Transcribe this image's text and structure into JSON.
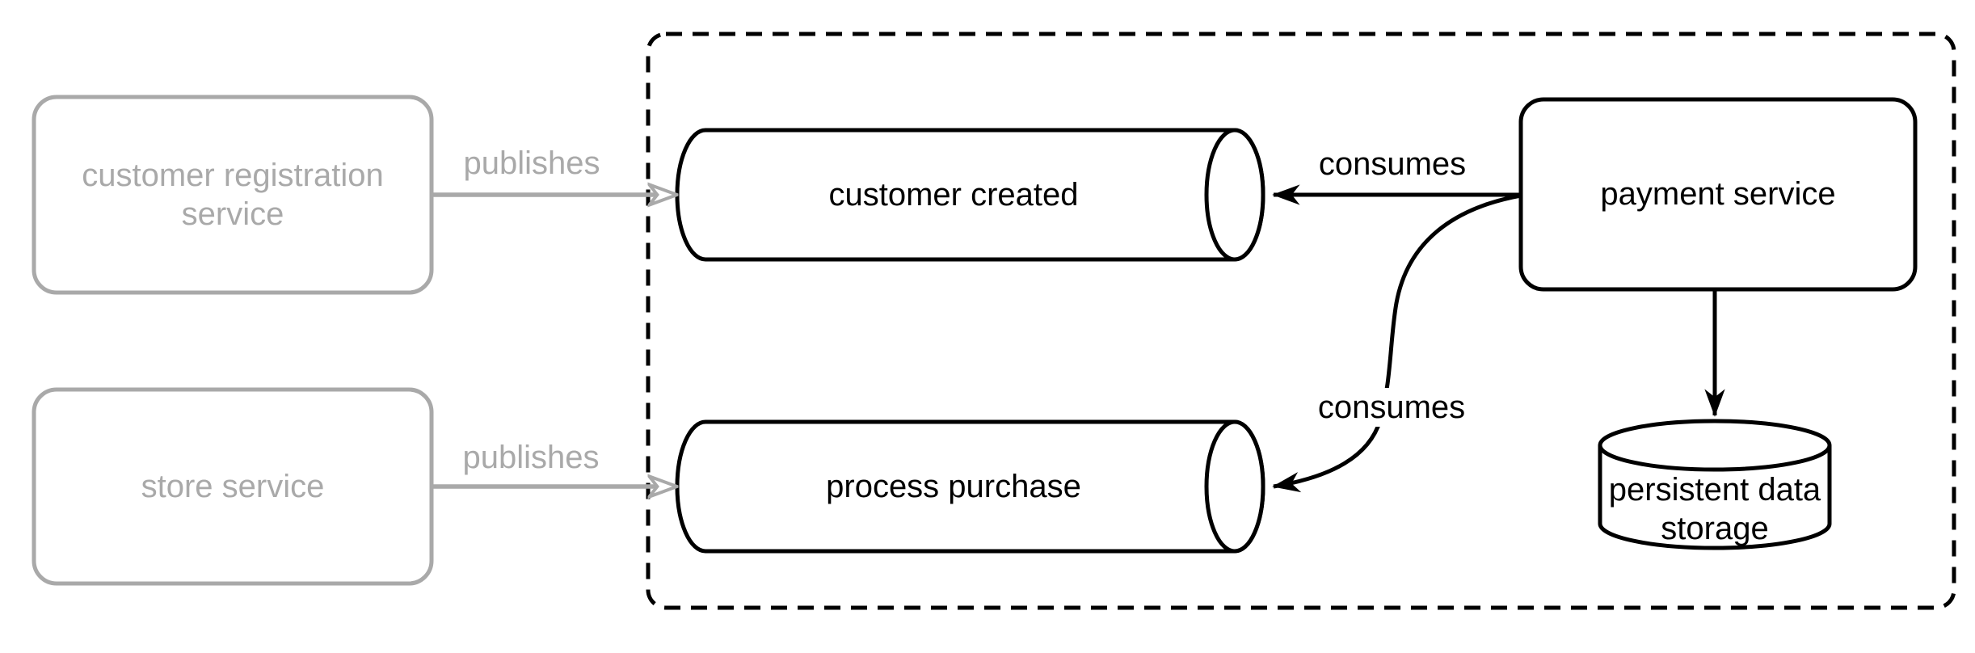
{
  "diagram": {
    "external_nodes": [
      {
        "id": "customer-registration-service",
        "label": "customer registration service"
      },
      {
        "id": "store-service",
        "label": "store service"
      }
    ],
    "queues": [
      {
        "id": "customer-created",
        "label": "customer created"
      },
      {
        "id": "process-purchase",
        "label": "process purchase"
      }
    ],
    "service": {
      "id": "payment-service",
      "label": "payment service"
    },
    "datastore": {
      "id": "persistent-data-storage",
      "label": "persistent data storage"
    },
    "edge_labels": {
      "publishes_customer": "publishes",
      "publishes_store": "publishes",
      "consumes_customer_created": "consumes",
      "consumes_process_purchase": "consumes"
    },
    "colors": {
      "black": "#000000",
      "muted_gray": "#a9a9a9",
      "background": "#ffffff",
      "shape_fill": "#ffffff"
    }
  }
}
